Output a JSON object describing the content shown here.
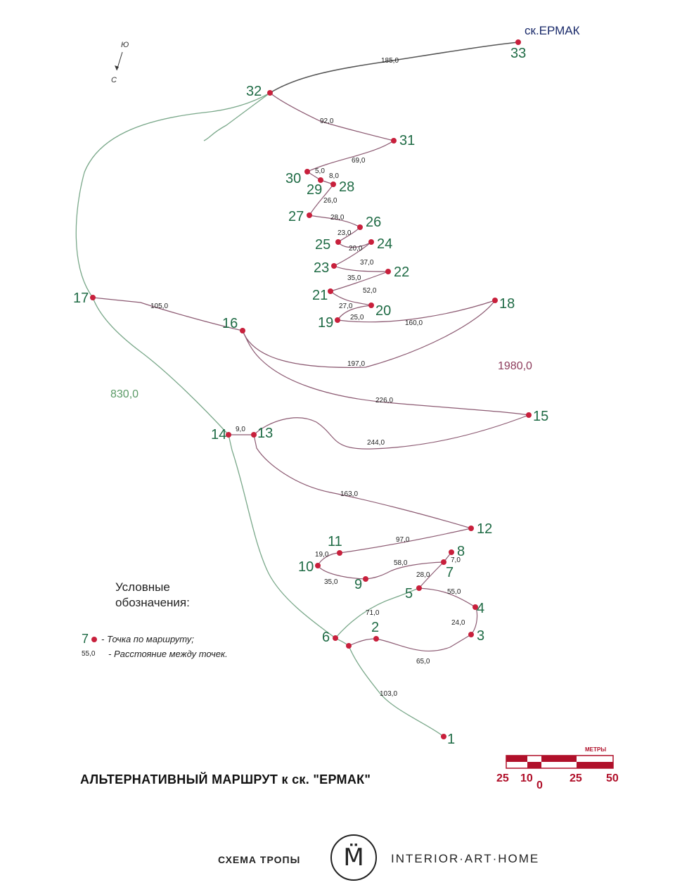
{
  "compass": {
    "top": "Ю",
    "bottom": "С"
  },
  "destination": "ск.ЕРМАК",
  "totals": {
    "green": "830,0",
    "red": "1980,0"
  },
  "points": [
    {
      "id": "1"
    },
    {
      "id": "2"
    },
    {
      "id": "3"
    },
    {
      "id": "4"
    },
    {
      "id": "5"
    },
    {
      "id": "6"
    },
    {
      "id": "7"
    },
    {
      "id": "8"
    },
    {
      "id": "9"
    },
    {
      "id": "10"
    },
    {
      "id": "11"
    },
    {
      "id": "12"
    },
    {
      "id": "13"
    },
    {
      "id": "14"
    },
    {
      "id": "15"
    },
    {
      "id": "16"
    },
    {
      "id": "17"
    },
    {
      "id": "18"
    },
    {
      "id": "19"
    },
    {
      "id": "20"
    },
    {
      "id": "21"
    },
    {
      "id": "22"
    },
    {
      "id": "23"
    },
    {
      "id": "24"
    },
    {
      "id": "25"
    },
    {
      "id": "26"
    },
    {
      "id": "27"
    },
    {
      "id": "28"
    },
    {
      "id": "29"
    },
    {
      "id": "30"
    },
    {
      "id": "31"
    },
    {
      "id": "32"
    },
    {
      "id": "33"
    }
  ],
  "distances": [
    "185,0",
    "92,0",
    "69,0",
    "5,0",
    "8,0",
    "26,0",
    "28,0",
    "23,0",
    "20,0",
    "37,0",
    "35,0",
    "52,0",
    "27,0",
    "25,0",
    "160,0",
    "105,0",
    "197,0",
    "226,0",
    "9,0",
    "244,0",
    "163,0",
    "97,0",
    "19,0",
    "58,0",
    "7,0",
    "35,0",
    "28,0",
    "55,0",
    "71,0",
    "24,0",
    "65,0",
    "103,0"
  ],
  "legend": {
    "title_line1": "Условные",
    "title_line2": "обозначения:",
    "point_example": "7",
    "point_text": "- Точка по маршруту;",
    "dist_example": "55,0",
    "dist_text": "- Расстояние между точек."
  },
  "title": "АЛЬТЕРНАТИВНЫЙ МАРШРУТ к ск. \"ЕРМАК\"",
  "scale": {
    "title": "МЕТРЫ",
    "labels": [
      "25",
      "10",
      "0",
      "25",
      "50"
    ]
  },
  "footer": {
    "left": "СХЕМА ТРОПЫ",
    "logo": "M̈",
    "right": "INTERIOR·ART·HOME"
  },
  "colors": {
    "green_route": "#7aa88a",
    "red_route": "#8c5a72",
    "dark_route": "#555555",
    "point": "#c8203c"
  }
}
